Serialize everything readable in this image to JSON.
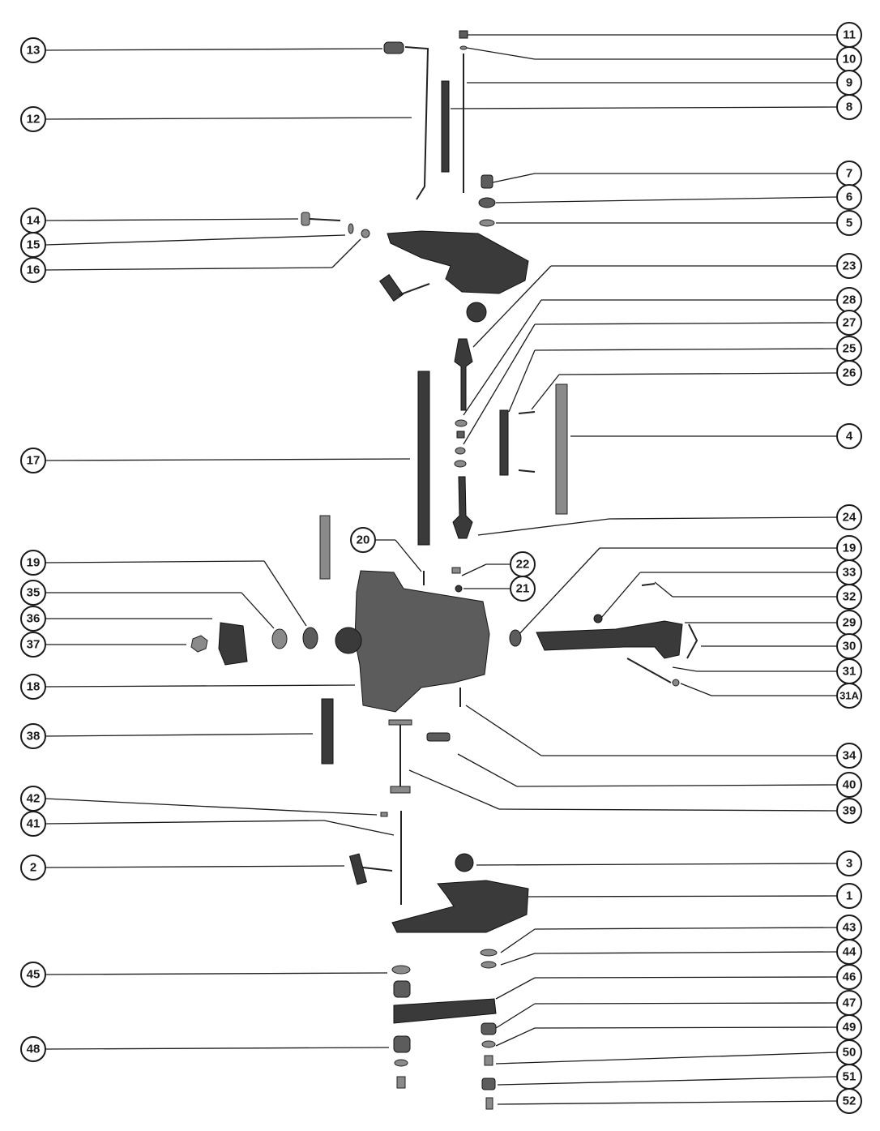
{
  "callouts": [
    {
      "id": "c13",
      "label": "13"
    },
    {
      "id": "c12",
      "label": "12"
    },
    {
      "id": "c14",
      "label": "14"
    },
    {
      "id": "c15",
      "label": "15"
    },
    {
      "id": "c16",
      "label": "16"
    },
    {
      "id": "c17",
      "label": "17"
    },
    {
      "id": "c20",
      "label": "20"
    },
    {
      "id": "c19L",
      "label": "19"
    },
    {
      "id": "c35",
      "label": "35"
    },
    {
      "id": "c36",
      "label": "36"
    },
    {
      "id": "c37",
      "label": "37"
    },
    {
      "id": "c18",
      "label": "18"
    },
    {
      "id": "c38",
      "label": "38"
    },
    {
      "id": "c42",
      "label": "42"
    },
    {
      "id": "c41",
      "label": "41"
    },
    {
      "id": "c2",
      "label": "2"
    },
    {
      "id": "c45",
      "label": "45"
    },
    {
      "id": "c48",
      "label": "48"
    },
    {
      "id": "c11",
      "label": "11"
    },
    {
      "id": "c10",
      "label": "10"
    },
    {
      "id": "c9",
      "label": "9"
    },
    {
      "id": "c8",
      "label": "8"
    },
    {
      "id": "c7",
      "label": "7"
    },
    {
      "id": "c6",
      "label": "6"
    },
    {
      "id": "c5",
      "label": "5"
    },
    {
      "id": "c23",
      "label": "23"
    },
    {
      "id": "c28",
      "label": "28"
    },
    {
      "id": "c27",
      "label": "27"
    },
    {
      "id": "c25",
      "label": "25"
    },
    {
      "id": "c26",
      "label": "26"
    },
    {
      "id": "c4",
      "label": "4"
    },
    {
      "id": "c24",
      "label": "24"
    },
    {
      "id": "c22",
      "label": "22"
    },
    {
      "id": "c21",
      "label": "21"
    },
    {
      "id": "c19R",
      "label": "19"
    },
    {
      "id": "c33",
      "label": "33"
    },
    {
      "id": "c32",
      "label": "32"
    },
    {
      "id": "c29",
      "label": "29"
    },
    {
      "id": "c30",
      "label": "30"
    },
    {
      "id": "c31",
      "label": "31"
    },
    {
      "id": "c31A",
      "label": "31A"
    },
    {
      "id": "c34",
      "label": "34"
    },
    {
      "id": "c40",
      "label": "40"
    },
    {
      "id": "c39",
      "label": "39"
    },
    {
      "id": "c3",
      "label": "3"
    },
    {
      "id": "c1",
      "label": "1"
    },
    {
      "id": "c43",
      "label": "43"
    },
    {
      "id": "c44",
      "label": "44"
    },
    {
      "id": "c46",
      "label": "46"
    },
    {
      "id": "c47",
      "label": "47"
    },
    {
      "id": "c49",
      "label": "49"
    },
    {
      "id": "c50",
      "label": "50"
    },
    {
      "id": "c51",
      "label": "51"
    },
    {
      "id": "c52",
      "label": "52"
    }
  ],
  "colors": {
    "ink": "#1a1a1a",
    "part_dark": "#3a3a3a",
    "part_mid": "#5c5c5c",
    "part_light": "#8a8a8a",
    "background": "#ffffff"
  }
}
